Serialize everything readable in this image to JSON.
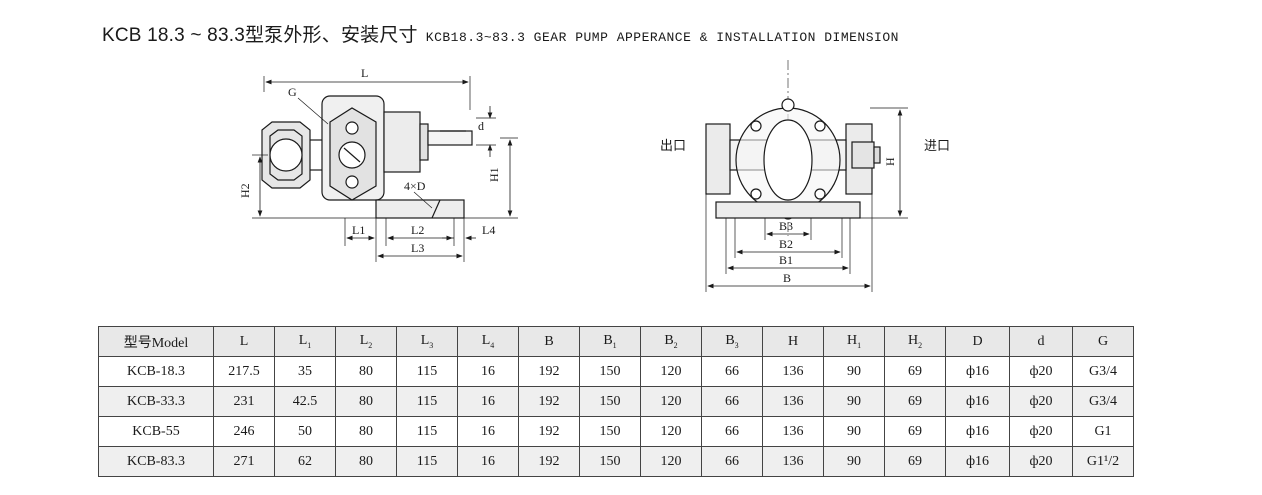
{
  "title": {
    "main": "KCB 18.3 ~ 83.3型泵外形、安装尺寸",
    "sub": "KCB18.3~83.3 GEAR PUMP APPERANCE & INSTALLATION DIMENSION"
  },
  "side_view_labels": {
    "L": "L",
    "G": "G",
    "d": "d",
    "H1": "H1",
    "H2": "H2",
    "D": "4×D",
    "L1": "L1",
    "L2": "L2",
    "L3": "L3",
    "L4": "L4"
  },
  "front_view_labels": {
    "outlet": "出口",
    "inlet": "进口",
    "H": "H",
    "B3": "B3",
    "B2": "B2",
    "B1": "B1",
    "B": "B"
  },
  "table": {
    "headers": [
      "型号Model",
      "L",
      "L",
      "L",
      "L",
      "L",
      "B",
      "B",
      "B",
      "B",
      "H",
      "H",
      "H",
      "D",
      "d",
      "G"
    ],
    "header_subs": [
      "",
      "",
      "1",
      "2",
      "3",
      "4",
      "",
      "1",
      "2",
      "3",
      "",
      "1",
      "2",
      "",
      "",
      ""
    ],
    "rows": [
      [
        "KCB-18.3",
        "217.5",
        "35",
        "80",
        "115",
        "16",
        "192",
        "150",
        "120",
        "66",
        "136",
        "90",
        "69",
        "ф16",
        "ф20",
        "G3/4"
      ],
      [
        "KCB-33.3",
        "231",
        "42.5",
        "80",
        "115",
        "16",
        "192",
        "150",
        "120",
        "66",
        "136",
        "90",
        "69",
        "ф16",
        "ф20",
        "G3/4"
      ],
      [
        "KCB-55",
        "246",
        "50",
        "80",
        "115",
        "16",
        "192",
        "150",
        "120",
        "66",
        "136",
        "90",
        "69",
        "ф16",
        "ф20",
        "G1"
      ],
      [
        "KCB-83.3",
        "271",
        "62",
        "80",
        "115",
        "16",
        "192",
        "150",
        "120",
        "66",
        "136",
        "90",
        "69",
        "ф16",
        "ф20",
        "G1¹/2"
      ]
    ]
  }
}
